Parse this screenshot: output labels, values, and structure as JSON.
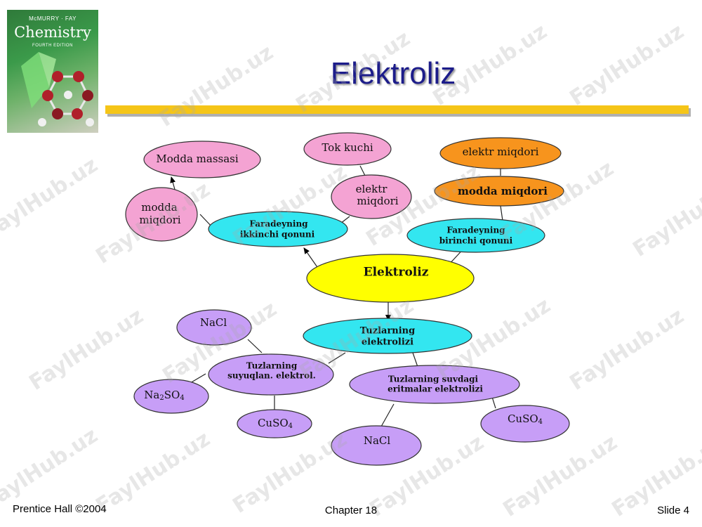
{
  "slide": {
    "title": "Elektroliz",
    "footer_left": "Prentice Hall ©2004",
    "footer_center": "Chapter 18",
    "footer_right": "Slide 4"
  },
  "book_cover": {
    "authors": "McMURRY · FAY",
    "title": "Chemistry",
    "edition": "FOURTH EDITION"
  },
  "watermark": "FaylHub.uz",
  "colors": {
    "title": "#1c1c8a",
    "bar": "#f5c518",
    "pink": "#f4a3d3",
    "cyan": "#33e6f0",
    "orange": "#f7941d",
    "yellow": "#ffff00",
    "purple": "#c79ef7"
  },
  "diagram": {
    "nodes": {
      "modda_massasi": "Modda massasi",
      "tok_kuchi": "Tok kuchi",
      "elektr_miqdori_top": "elektr miqdori",
      "modda_miqdori_left_1": "modda",
      "modda_miqdori_left_2": "miqdori",
      "elektr_miqdori_mid_1": "elektr",
      "elektr_miqdori_mid_2": "miqdori",
      "modda_miqdori_right": "modda  miqdori",
      "faraday2_1": "Faradeyning",
      "faraday2_2": "ikkinchi qonuni",
      "faraday1_1": "Faradeyning",
      "faraday1_2": "birinchi qonuni",
      "elektroliz": "Elektroliz",
      "tuzlar_1": "Tuzlarning",
      "tuzlar_2": "elektrolizi",
      "nacl_top": "NaCl",
      "suyuq_1": "Tuzlarning",
      "suyuq_2": "suyuqlan. elektrol.",
      "suvdagi_1": "Tuzlarning  suvdagi",
      "suvdagi_2": "eritmalar elektrolizi",
      "na2so4_a": "Na",
      "na2so4_sub1": "2",
      "na2so4_b": "SO",
      "na2so4_sub2": "4",
      "cuso4_left_a": "CuSO",
      "cuso4_left_sub": "4",
      "nacl_bottom": "NaCl",
      "cuso4_right_a": "CuSO",
      "cuso4_right_sub": "4"
    }
  }
}
